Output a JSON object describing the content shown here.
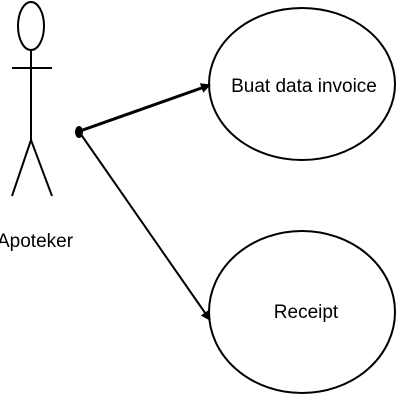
{
  "actor": {
    "name": "Apoteker"
  },
  "use_cases": [
    {
      "label": "Buat data invoice"
    },
    {
      "label": "Receipt"
    }
  ],
  "associations": [
    {
      "from": "Apoteker",
      "to": "Buat data invoice"
    },
    {
      "from": "Apoteker",
      "to": "Receipt"
    }
  ],
  "colors": {
    "line": "#000000",
    "background": "#ffffff"
  }
}
